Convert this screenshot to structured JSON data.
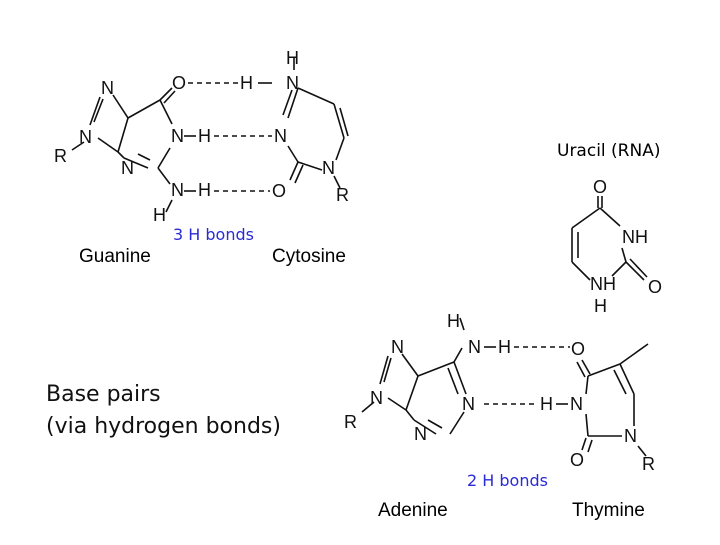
{
  "title": {
    "line1": "Base pairs",
    "line2": "(via hydrogen bonds)"
  },
  "gc_pair": {
    "left_name": "Guanine",
    "right_name": "Cytosine",
    "bond_note": "3 H bonds"
  },
  "at_pair": {
    "left_name": "Adenine",
    "right_name": "Thymine",
    "bond_note": "2 H bonds"
  },
  "uracil": {
    "label": "Uracil (RNA)"
  },
  "atoms": {
    "N": "N",
    "O": "O",
    "H": "H",
    "NH": "NH",
    "R": "R"
  },
  "colors": {
    "note": "#2a2ad6",
    "structure": "#111111"
  }
}
